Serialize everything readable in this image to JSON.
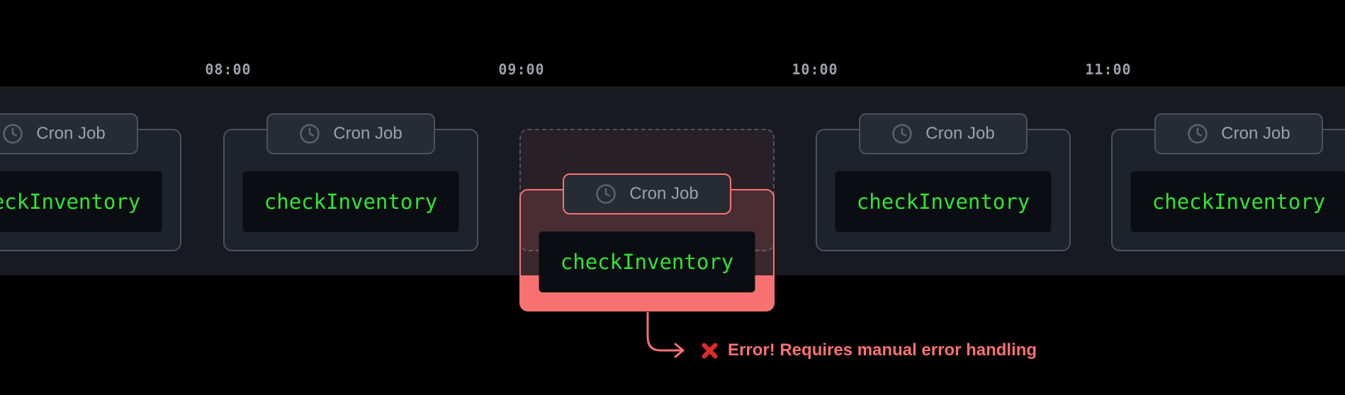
{
  "timeline": {
    "labels": [
      "08:00",
      "09:00",
      "10:00",
      "11:00"
    ]
  },
  "cards": [
    {
      "badge_label": "Cron Job",
      "code": "checkInventory",
      "status": "ok"
    },
    {
      "badge_label": "Cron Job",
      "code": "checkInventory",
      "status": "ok"
    },
    {
      "badge_label": "Cron Job",
      "code": "checkInventory",
      "status": "error"
    },
    {
      "badge_label": "Cron Job",
      "code": "checkInventory",
      "status": "ok"
    },
    {
      "badge_label": "Cron Job",
      "code": "checkInventory",
      "status": "ok"
    }
  ],
  "error": {
    "message": "Error! Requires manual error handling",
    "icon": "cross-mark-icon"
  },
  "icons": {
    "badge_icon": "clock-icon"
  },
  "colors": {
    "background": "#000000",
    "band": "#171a21",
    "card_background": "#1e222b",
    "card_border": "#4a5160",
    "badge_background": "#272b34",
    "badge_text": "#9aa1ae",
    "code_background": "#0a0d12",
    "code_text": "#31e431",
    "time_label": "#9ba1ab",
    "error_accent": "#f87171",
    "cross_mark": "#dd2c2c"
  }
}
